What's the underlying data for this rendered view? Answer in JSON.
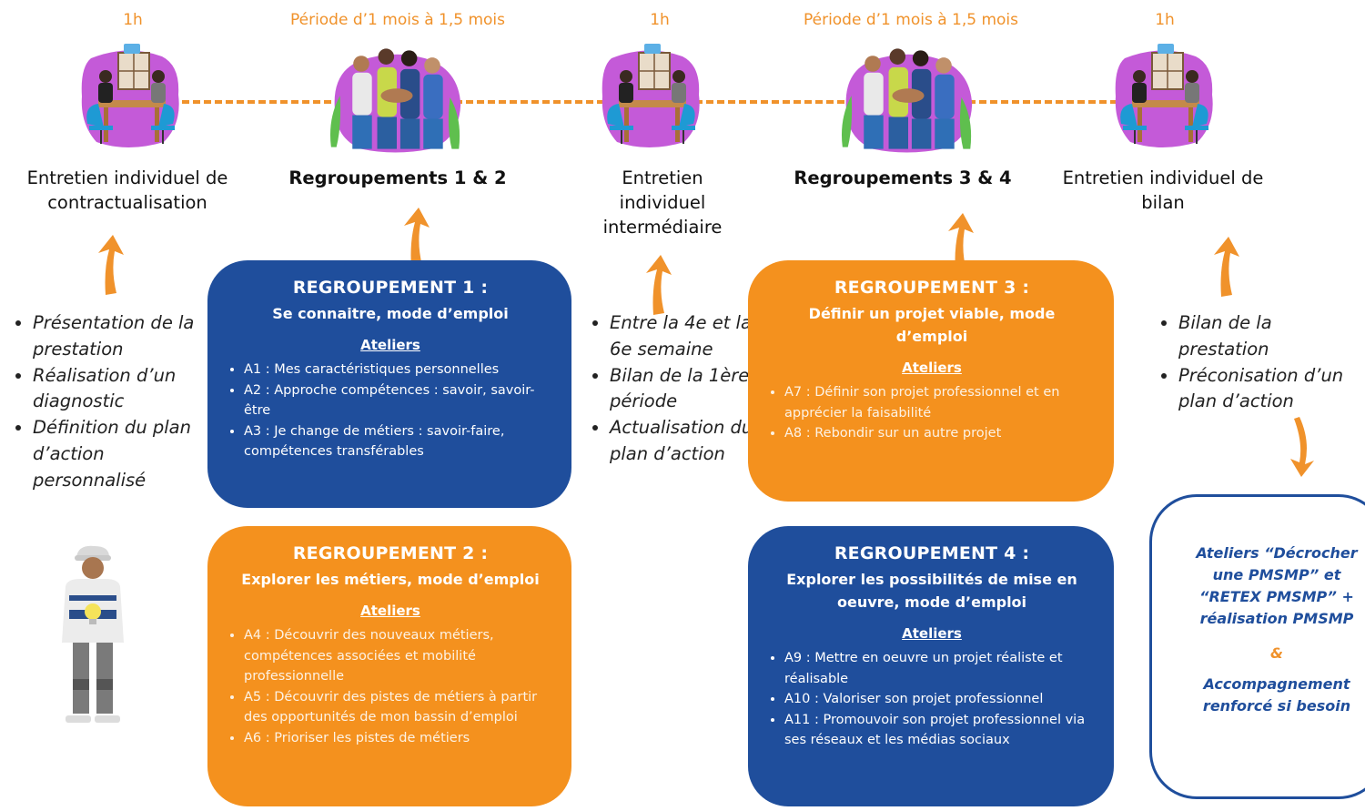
{
  "durations": [
    "1h",
    "Période d’1 mois à 1,5 mois",
    "1h",
    "Période d’1 mois à 1,5 mois",
    "1h"
  ],
  "stages": [
    {
      "label": "Entretien individuel de contractualisation"
    },
    {
      "label": "Regroupements 1 & 2"
    },
    {
      "label": "Entretien individuel intermédiaire"
    },
    {
      "label": "Regroupements 3 & 4"
    },
    {
      "label": "Entretien individuel de bilan"
    }
  ],
  "bullets1": [
    "Présentation de la prestation",
    "Réalisation d’un diagnostic",
    "Définition du plan d’action personnalisé"
  ],
  "bullets3": [
    "Entre la 4e et la 6e semaine",
    "Bilan de la 1ère période",
    "Actualisation du plan d’action"
  ],
  "bullets5": [
    "Bilan de la prestation",
    "Préconisation d’un plan d’action"
  ],
  "reg1": {
    "title": "REGROUPEMENT 1 :",
    "subtitle": "Se connaitre, mode d’emploi",
    "ateliers": "Ateliers",
    "items": [
      "A1 : Mes caractéristiques personnelles",
      "A2 : Approche compétences : savoir, savoir-être",
      "A3 : Je change de métiers : savoir-faire, compétences transférables"
    ]
  },
  "reg2": {
    "title": "REGROUPEMENT 2 :",
    "subtitle": "Explorer les métiers, mode d’emploi",
    "ateliers": "Ateliers",
    "items": [
      "A4 : Découvrir des nouveaux métiers, compétences associées et mobilité professionnelle",
      "A5 : Découvrir des pistes de métiers à partir des opportunités de mon bassin d’emploi",
      "A6 : Prioriser les pistes de métiers"
    ]
  },
  "reg3": {
    "title": "REGROUPEMENT 3 :",
    "subtitle": "Définir un projet viable, mode d’emploi",
    "ateliers": "Ateliers",
    "items": [
      "A7 : Définir son projet professionnel et en apprécier la faisabilité",
      "A8 : Rebondir sur un autre projet"
    ]
  },
  "reg4": {
    "title": "REGROUPEMENT 4 :",
    "subtitle": "Explorer les possibilités de mise en oeuvre, mode d’emploi",
    "ateliers": "Ateliers",
    "items": [
      "A9 : Mettre en oeuvre un projet réaliste et réalisable",
      "A10 : Valoriser son projet professionnel",
      "A11 : Promouvoir son projet professionnel via ses réseaux et les médias sociaux"
    ]
  },
  "side": {
    "text1": "Ateliers “Décrocher une PMSMP” et “RETEX PMSMP” + réalisation PMSMP",
    "amp": "&",
    "text2": "Accompagnement renforcé si besoin"
  },
  "colors": {
    "blue": "#1f4e9c",
    "orange": "#f4911e",
    "accent": "#f0922b",
    "purple": "#c45ad8"
  },
  "icons": [
    "meeting-illustration-icon",
    "team-hands-illustration-icon",
    "curved-arrow-up-icon",
    "curved-arrow-down-icon",
    "person-lightbulb-icon"
  ]
}
